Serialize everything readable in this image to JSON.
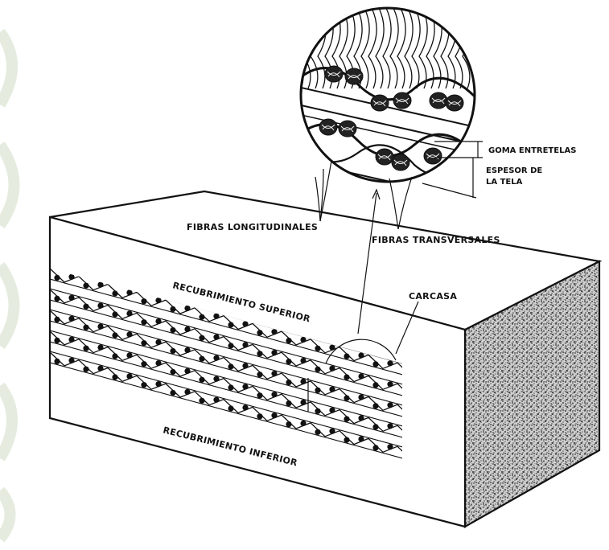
{
  "labels": {
    "longitudinal_fibers": "FIBRAS LONGITUDINALES",
    "transverse_fibers": "FIBRAS TRANSVERSALES",
    "interply_rubber": "GOMA ENTRETELAS",
    "ply_thickness_line1": "ESPESOR DE",
    "ply_thickness_line2": "LA TELA",
    "top_cover": "RECUBRIMIENTO SUPERIOR",
    "carcass": "CARCASA",
    "bottom_cover": "RECUBRIMIENTO INFERIOR"
  },
  "colors": {
    "ink": "#111111",
    "paper": "#ffffff",
    "watermark": "#e3eadc"
  },
  "layers": {
    "ply_count": 5
  }
}
